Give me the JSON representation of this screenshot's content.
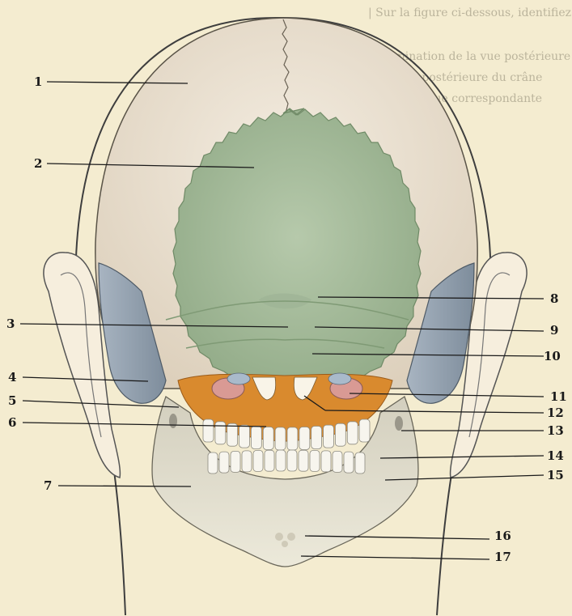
{
  "background_text": {
    "right_lines": [
      "| Sur la figure ci-dessous, identifiez",
      "nomination de la vue postérieure",
      "la face postérieure du crâne",
      "anatomique correspondante"
    ],
    "left_lines": [
      "",
      "",
      "",
      ""
    ]
  },
  "labels": [
    {
      "n": "1"
    },
    {
      "n": "2"
    },
    {
      "n": "3"
    },
    {
      "n": "4"
    },
    {
      "n": "5"
    },
    {
      "n": "6"
    },
    {
      "n": "7"
    },
    {
      "n": "8"
    },
    {
      "n": "9"
    },
    {
      "n": "10"
    },
    {
      "n": "11"
    },
    {
      "n": "12"
    },
    {
      "n": "13"
    },
    {
      "n": "14"
    },
    {
      "n": "15"
    },
    {
      "n": "16"
    },
    {
      "n": "17"
    }
  ],
  "colors": {
    "page": "#f4ecd0",
    "parietal": "#ece1cf",
    "occipital": "#a9bf9f",
    "temporal": "#9aa7b4",
    "sphenoid": "#d98a2e",
    "teeth": "#f3f1e8",
    "mandible": "#e4e0cf",
    "outline": "#4a4a4a"
  }
}
